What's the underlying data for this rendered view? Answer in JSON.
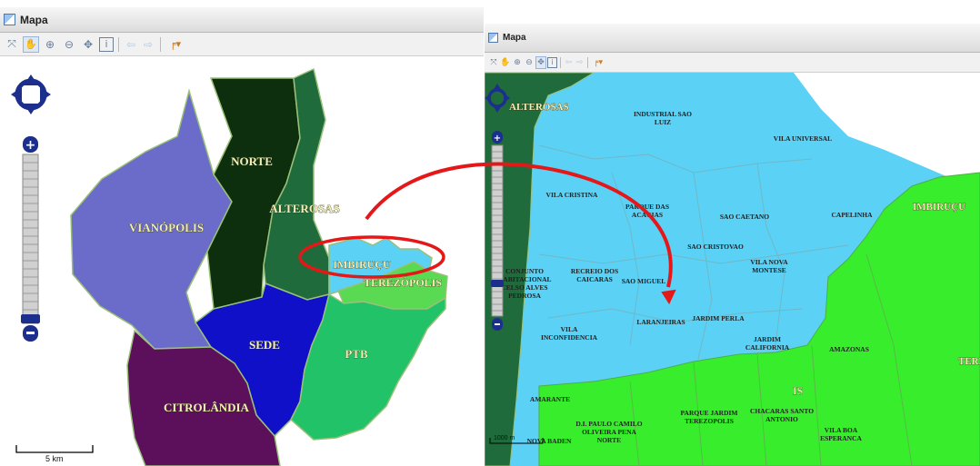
{
  "left_panel": {
    "title": "Mapa",
    "toolbar_icons": [
      "zoom-extent-icon",
      "pan-icon",
      "zoom-in-tool-icon",
      "zoom-out-tool-icon",
      "move-icon",
      "info-icon",
      "back-arrow-icon",
      "forward-arrow-icon",
      "measure-tool-icon"
    ],
    "regions": [
      {
        "name": "NORTE",
        "color": "#0d2f0d"
      },
      {
        "name": "ALTEROSAS",
        "color": "#1f6b3c"
      },
      {
        "name": "VIANÓPOLIS",
        "color": "#6b6bc9"
      },
      {
        "name": "IMBIRUÇU",
        "color": "#5bd1f5"
      },
      {
        "name": "TEREZÓPOLIS",
        "color": "#5ad952"
      },
      {
        "name": "SEDE",
        "color": "#1010c8"
      },
      {
        "name": "PTB",
        "color": "#22c268"
      },
      {
        "name": "CITROLÂNDIA",
        "color": "#5c105c"
      }
    ],
    "scale_label": "5 km"
  },
  "right_panel": {
    "title": "Mapa",
    "region_labels": [
      "ALTEROSAS",
      "IMBIRUÇU",
      "TEREZ",
      "IS"
    ],
    "neighborhoods": [
      [
        "INDUSTRIAL SAO",
        "LUIZ"
      ],
      [
        "VILA UNIVERSAL"
      ],
      [
        "VILA CRISTINA"
      ],
      [
        "PARQUE DAS",
        "ACACIAS"
      ],
      [
        "SAO CAETANO"
      ],
      [
        "CAPELINHA"
      ],
      [
        "SAO CRISTOVAO"
      ],
      [
        "CONJUNTO",
        "HABITACIONAL",
        "CELSO ALVES",
        "PEDROSA"
      ],
      [
        "RECREIO DOS",
        "CAICARAS"
      ],
      [
        "SAO MIGUEL"
      ],
      [
        "VILA NOVA",
        "MONTESE"
      ],
      [
        "JARDIM PERLA"
      ],
      [
        "LARANJEIRAS"
      ],
      [
        "VILA",
        "INCONFIDENCIA"
      ],
      [
        "JARDIM",
        "CALIFORNIA"
      ],
      [
        "AMAZONAS"
      ],
      [
        "AMARANTE"
      ],
      [
        "D.I. PAULO CAMILO",
        "OLIVEIRA PENA",
        "NORTE"
      ],
      [
        "PARQUE JARDIM",
        "TEREZOPOLIS"
      ],
      [
        "CHACARAS SANTO",
        "ANTONIO"
      ],
      [
        "VILA BOA",
        "ESPERANCA"
      ],
      [
        "NOVA BADEN"
      ]
    ],
    "scale_label": "1000 m"
  },
  "colors": {
    "highlight_ellipse": "#e41818",
    "arrow": "#e41818",
    "water_blue": "#5bd1f5",
    "green_area": "#38ee2c",
    "dark_green": "#1f6b3c",
    "nav_control": "#1c2f8c"
  }
}
